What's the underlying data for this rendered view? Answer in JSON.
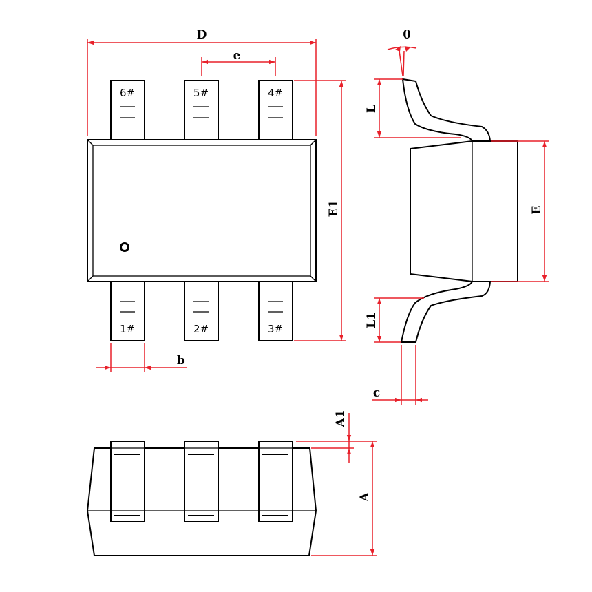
{
  "diagram": {
    "colors": {
      "outline": "#000000",
      "dimension": "#e8202a",
      "background": "#ffffff"
    },
    "top_view": {
      "pins_top": [
        "6#",
        "5#",
        "4#"
      ],
      "pins_bottom": [
        "1#",
        "2#",
        "3#"
      ]
    },
    "dimensions": {
      "D": "D",
      "e": "e",
      "E1": "E1",
      "b": "b",
      "theta": "θ",
      "L": "L",
      "E": "E",
      "L1": "L1",
      "c": "c",
      "A1": "A1",
      "A": "A"
    }
  }
}
